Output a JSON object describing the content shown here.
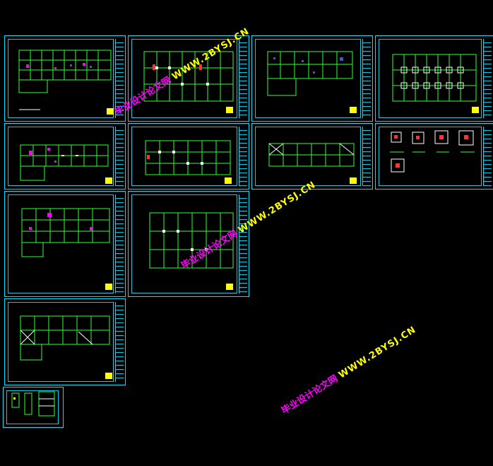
{
  "watermarks": [
    {
      "site_cn": "毕业设计论文网",
      "site_en": "WWW.2BYSJ.CN"
    },
    {
      "site_cn": "毕业设计论文网",
      "site_en": "WWW.2BYSJ.CN"
    },
    {
      "site_cn": "毕业设计论文网",
      "site_en": "WWW.2BYSJ.CN"
    }
  ],
  "colors": {
    "background": "#000000",
    "frame": "#00e5ff",
    "grid": "#33ff33",
    "marks": "#ffffff",
    "highlight": "#ff00ff",
    "stamp": "#ffff00",
    "cad_red": "#ff3333"
  },
  "sheets_count_label": ""
}
